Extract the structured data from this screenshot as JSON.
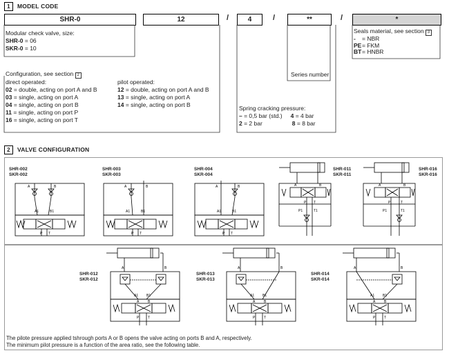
{
  "section1": {
    "num": "1",
    "title": "MODEL CODE"
  },
  "codes": {
    "c1": "SHR-0",
    "c2": "12",
    "c3": "4",
    "c4": "**",
    "c5": "*",
    "slash": "/"
  },
  "modular": {
    "line1": "Modular check valve, size:",
    "r1b": "SHR-0",
    "r1": " = 06",
    "r2b": "SKR-0",
    "r2": " = 10"
  },
  "seals": {
    "title": "Seals material, see section",
    "ref": "3",
    "r1b": "-",
    "r1": "= NBR",
    "r2b": "PE",
    "r2": "= FKM",
    "r3b": "BT",
    "r3": "= HNBR"
  },
  "config": {
    "title": "Configuration, see section",
    "ref": "2",
    "direct": "direct operated:",
    "pilot": "pilot operated:",
    "d": [
      {
        "c": "02",
        "t": " = double, acting on port A and B"
      },
      {
        "c": "03",
        "t": " = single, acting on port A"
      },
      {
        "c": "04",
        "t": " = single, acting on port B"
      },
      {
        "c": "11",
        "t": " = single, acting on port P"
      },
      {
        "c": "16",
        "t": " = single, acting on port T"
      }
    ],
    "p": [
      {
        "c": "12",
        "t": " = double, acting on port A and B"
      },
      {
        "c": "13",
        "t": " = single, acting on port A"
      },
      {
        "c": "14",
        "t": " = single, acting on port B"
      }
    ]
  },
  "series": "Series number",
  "spring": {
    "title": "Spring cracking pressure:",
    "a1b": "–",
    "a1": " = 0,5 bar (std.)",
    "a2b": "4",
    "a2": " = 4 bar",
    "b1b": "2",
    "b1": " = 2 bar",
    "b2b": "8",
    "b2": " = 8 bar"
  },
  "section2": {
    "num": "2",
    "title": "VALVE CONFIGURATION"
  },
  "diagrams": {
    "d1": [
      "SHR-002",
      "SKR-002"
    ],
    "d2": [
      "SHR-003",
      "SKR-003"
    ],
    "d3": [
      "SHR-004",
      "SKR-004"
    ],
    "d4": [
      "SHR-011",
      "SKR-011"
    ],
    "d5": [
      "SHR-016",
      "SKR-016"
    ],
    "d6": [
      "SHR-012",
      "SKR-012"
    ],
    "d7": [
      "SHR-013",
      "SKR-013"
    ],
    "d8": [
      "SHR-014",
      "SKR-014"
    ]
  },
  "ports": {
    "A": "A",
    "B": "B",
    "A1": "A1",
    "B1": "B1",
    "P": "P",
    "T": "T",
    "P1": "P1",
    "T1": "T1"
  },
  "footer": {
    "l1": "The pilote pressure applied tshrough ports A or B opens the valve acting on ports B and A, respectively.",
    "l2": "The minimum pilot pressure is a function of the area ratio, see the following table."
  }
}
